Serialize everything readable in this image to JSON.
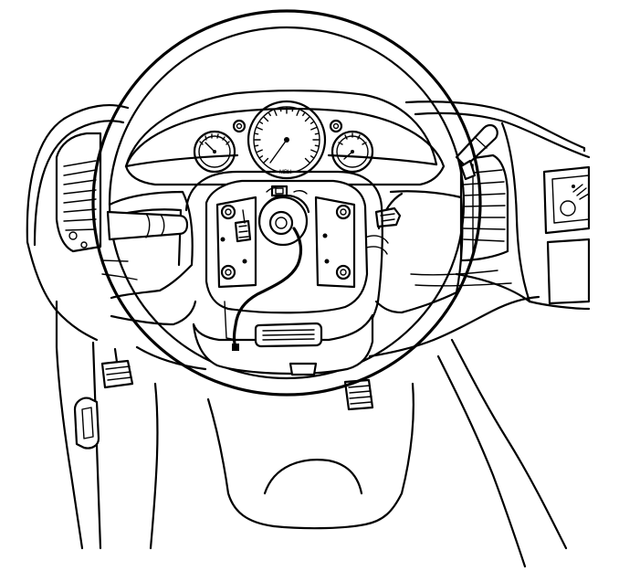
{
  "diagram": {
    "components": [
      {
        "id": "dashboard",
        "icon": "dashboard-outline"
      },
      {
        "id": "steering-wheel",
        "icon": "steering-wheel-rim"
      },
      {
        "id": "instrument-cluster",
        "icon": "gauge-cluster"
      },
      {
        "id": "steering-column-hub",
        "icon": "hub-mounting-plate"
      },
      {
        "id": "airbag-wire",
        "icon": "wire-harness"
      },
      {
        "id": "horn-pad-button",
        "icon": "button-rect"
      },
      {
        "id": "turn-signal-stalk",
        "icon": "stalk-lever"
      },
      {
        "id": "left-air-vent",
        "icon": "vent-grille"
      },
      {
        "id": "right-air-vent",
        "icon": "vent-grille"
      },
      {
        "id": "radio-head-unit",
        "icon": "radio-panel"
      },
      {
        "id": "brake-pedal",
        "icon": "pedal"
      },
      {
        "id": "parking-brake-pedal",
        "icon": "pedal"
      },
      {
        "id": "hood-release-handle",
        "icon": "handle"
      }
    ],
    "colors": {
      "line": "#000000",
      "background": "#ffffff"
    }
  }
}
